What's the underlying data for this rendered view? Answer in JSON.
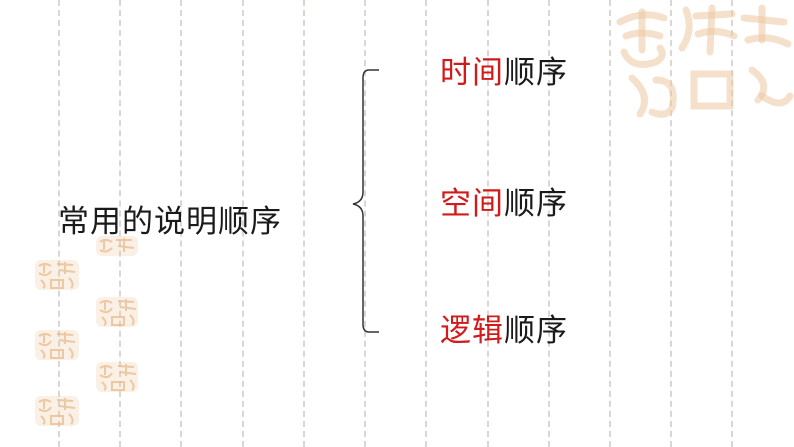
{
  "slide": {
    "title": "常用的说明顺序",
    "items": [
      {
        "highlight": "时间",
        "rest": "顺序"
      },
      {
        "highlight": "空间",
        "rest": "顺序"
      },
      {
        "highlight": "逻辑",
        "rest": "顺序"
      }
    ]
  },
  "colors": {
    "highlight": "#d11a1a",
    "text": "#1a1a1a",
    "seal": "#ecc8a0",
    "dash": "#d9d6d3"
  },
  "decoration": {
    "seal_text": "吉祥如意"
  }
}
